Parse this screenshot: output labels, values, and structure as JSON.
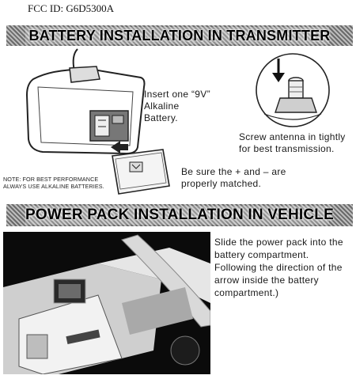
{
  "header": {
    "fcc_id": "FCC ID: G6D5300A"
  },
  "section1": {
    "title": "BATTERY INSTALLATION IN TRANSMITTER",
    "insert_lines": [
      "Insert one “9V”",
      "Alkaline",
      "Battery."
    ],
    "antenna_lines": [
      "Screw antenna in tightly",
      "for best transmission."
    ],
    "match_lines": [
      "Be sure the + and – are",
      "properly matched."
    ],
    "note_lines": [
      "NOTE: FOR BEST PERFORMANCE",
      "ALWAYS USE ALKALINE BATTERIES."
    ]
  },
  "section2": {
    "title": "POWER PACK INSTALLATION IN VEHICLE",
    "instruction_lines": [
      "Slide the power pack into the",
      "battery compartment.",
      "Following the direction of the",
      "arrow inside the battery",
      "compartment.)"
    ]
  }
}
